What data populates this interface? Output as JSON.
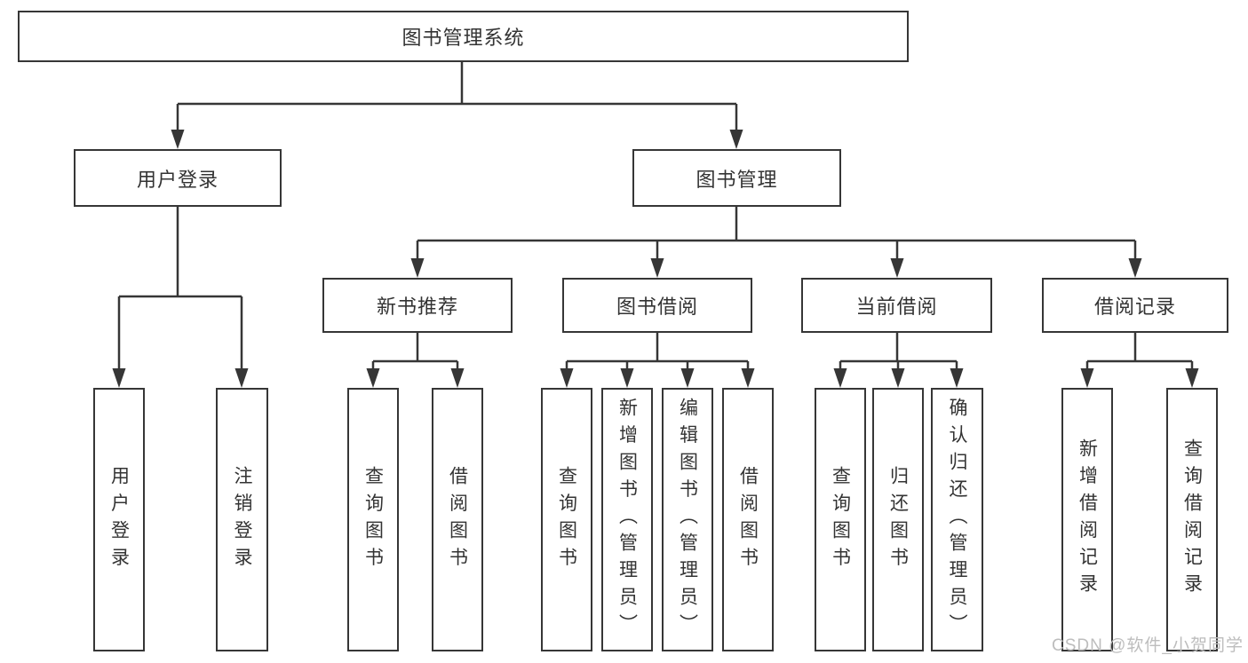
{
  "tree": {
    "root": {
      "label": "图书管理系统"
    },
    "login_branch": {
      "label": "用户登录",
      "children": [
        {
          "label": "用户登录"
        },
        {
          "label": "注销登录"
        }
      ]
    },
    "mgmt_branch": {
      "label": "图书管理",
      "sections": [
        {
          "label": "新书推荐",
          "children": [
            {
              "label": "查询图书"
            },
            {
              "label": "借阅图书"
            }
          ]
        },
        {
          "label": "图书借阅",
          "children": [
            {
              "label": "查询图书"
            },
            {
              "label": "新增图书（管理员）"
            },
            {
              "label": "编辑图书（管理员）"
            },
            {
              "label": "借阅图书"
            }
          ]
        },
        {
          "label": "当前借阅",
          "children": [
            {
              "label": "查询图书"
            },
            {
              "label": "归还图书"
            },
            {
              "label": "确认归还（管理员）"
            }
          ]
        },
        {
          "label": "借阅记录",
          "children": [
            {
              "label": "新增借阅记录"
            },
            {
              "label": "查询借阅记录"
            }
          ]
        }
      ]
    }
  },
  "watermark": {
    "text": "CSDN @软件_小贺同学"
  },
  "colors": {
    "line": "#363636",
    "box_border": "#363636",
    "text": "#333333",
    "box_background": "#ffffff",
    "page_background": "#ffffff",
    "watermark": "#bdbdbd"
  }
}
